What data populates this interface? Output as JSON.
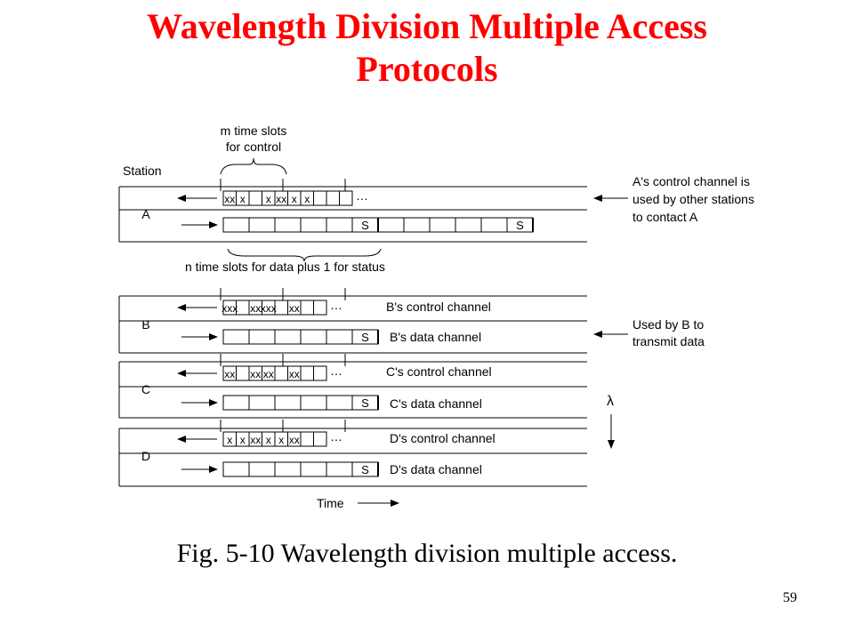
{
  "slide": {
    "title_line1": "Wavelength Division Multiple Access",
    "title_line2": "Protocols",
    "caption": "Fig. 5-10 Wavelength division multiple access.",
    "page_number": "59",
    "title_color": "#ff0000"
  },
  "diagram": {
    "station_header": "Station",
    "m_slots_label_line1": "m time slots",
    "m_slots_label_line2": "for control",
    "n_slots_label": "n time slots for data plus 1 for status",
    "time_label": "Time",
    "lambda_label": "λ",
    "status_label": "S",
    "ellipsis": "…",
    "stations": [
      {
        "name": "A",
        "control_slots": [
          "xx",
          "x",
          "",
          "x",
          "xx",
          "x",
          "x",
          "",
          "",
          ""
        ],
        "control_label": "",
        "data_label": ""
      },
      {
        "name": "B",
        "control_slots": [
          "xxx",
          "",
          "xx",
          "xxx",
          "",
          "xx",
          "",
          ""
        ],
        "control_label": "B's control channel",
        "data_label": "B's data channel"
      },
      {
        "name": "C",
        "control_slots": [
          "xx",
          "",
          "xx",
          "xx",
          "",
          "xx",
          "",
          ""
        ],
        "control_label": "C's control channel",
        "data_label": "C's data channel"
      },
      {
        "name": "D",
        "control_slots": [
          "x",
          "x",
          "xx",
          "x",
          "x",
          "xx",
          "",
          ""
        ],
        "control_label": "D's control channel",
        "data_label": "D's data channel"
      }
    ],
    "annotations": {
      "a_control_line1": "A's control channel is",
      "a_control_line2": "used by other stations",
      "a_control_line3": "to contact A",
      "b_data_line1": "Used by B to",
      "b_data_line2": "transmit data"
    }
  }
}
